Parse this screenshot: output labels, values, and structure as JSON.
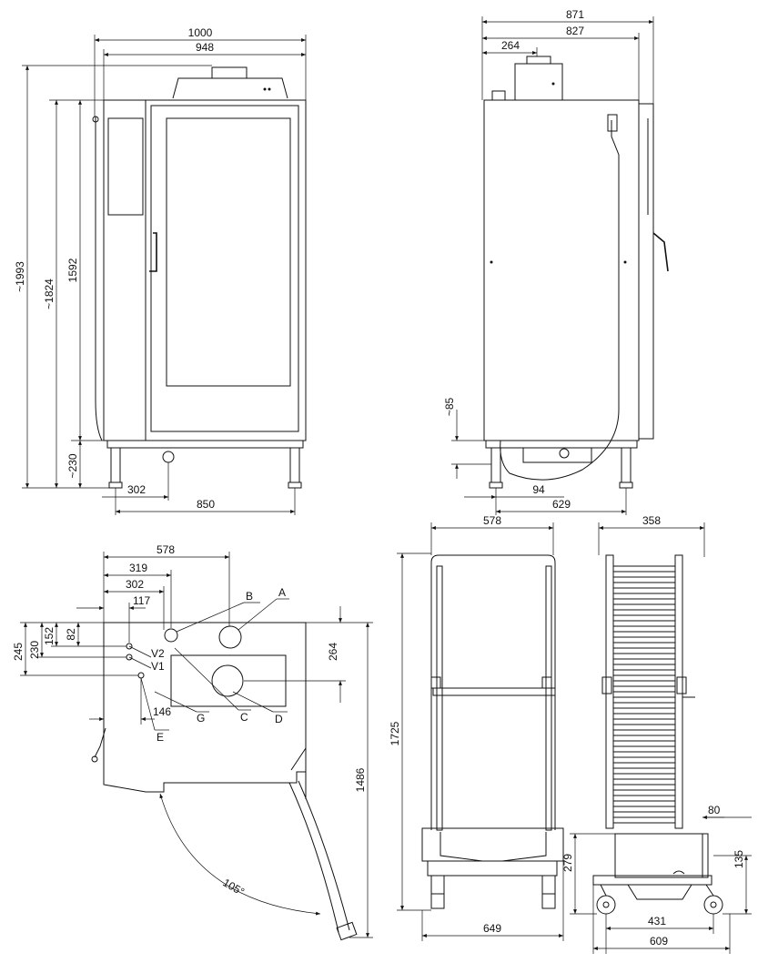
{
  "front_view": {
    "width_overall": "1000",
    "width_body": "948",
    "height_overall": "~1993",
    "height_body": "~1824",
    "height_door": "1592",
    "leg_height": "~230",
    "leg_offset": "302",
    "leg_span": "850"
  },
  "side_view": {
    "depth_overall": "871",
    "depth_body": "827",
    "flue_offset": "264",
    "foot_height": "~85",
    "drain_offset": "94",
    "leg_depth": "629"
  },
  "top_view": {
    "dim_578": "578",
    "dim_319": "319",
    "dim_302": "302",
    "dim_117": "117",
    "dim_82": "82",
    "dim_152": "152",
    "dim_230": "230",
    "dim_245": "245",
    "dim_264": "264",
    "dim_146": "146",
    "dim_1486": "1486",
    "door_angle": "105°",
    "labels": {
      "A": "A",
      "B": "B",
      "C": "C",
      "D": "D",
      "E": "E",
      "G": "G",
      "V1": "V1",
      "V2": "V2"
    }
  },
  "trolley_front": {
    "width_top": "578",
    "height": "1725",
    "width_bottom": "649"
  },
  "trolley_side": {
    "depth_top": "358",
    "dim_80": "80",
    "dim_135": "135",
    "base_height": "279",
    "wheel_span": "431",
    "depth_bottom": "609"
  }
}
